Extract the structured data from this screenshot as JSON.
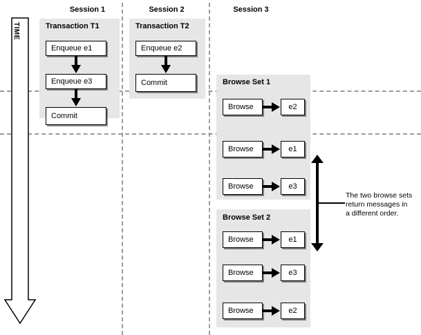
{
  "diagram": {
    "time_axis_label": "TIME",
    "columns": [
      {
        "name": "session-1",
        "label": "Session 1"
      },
      {
        "name": "session-2",
        "label": "Session 2"
      },
      {
        "name": "session-3",
        "label": "Session 3"
      }
    ],
    "session1": {
      "panel_title": "Transaction T1",
      "steps": [
        {
          "label": "Enqueue e1"
        },
        {
          "label": "Enqueue e3"
        },
        {
          "label": "Commit"
        }
      ]
    },
    "session2": {
      "panel_title": "Transaction T2",
      "steps": [
        {
          "label": "Enqueue e2"
        },
        {
          "label": "Commit"
        }
      ]
    },
    "session3": {
      "browse_set_1": {
        "panel_title": "Browse Set 1",
        "rows": [
          {
            "action": "Browse",
            "message": "e2"
          },
          {
            "action": "Browse",
            "message": "e1"
          },
          {
            "action": "Browse",
            "message": "e3"
          }
        ]
      },
      "browse_set_2": {
        "panel_title": "Browse Set 2",
        "rows": [
          {
            "action": "Browse",
            "message": "e1"
          },
          {
            "action": "Browse",
            "message": "e3"
          },
          {
            "action": "Browse",
            "message": "e2"
          }
        ]
      }
    },
    "annotation": {
      "text": "The two browse sets\nreturn messages in\na different order."
    },
    "colors": {
      "panel_fill": "#e6e6e6",
      "separator": "#9a9a9a",
      "stroke": "#000000",
      "box_fill": "#ffffff"
    }
  }
}
